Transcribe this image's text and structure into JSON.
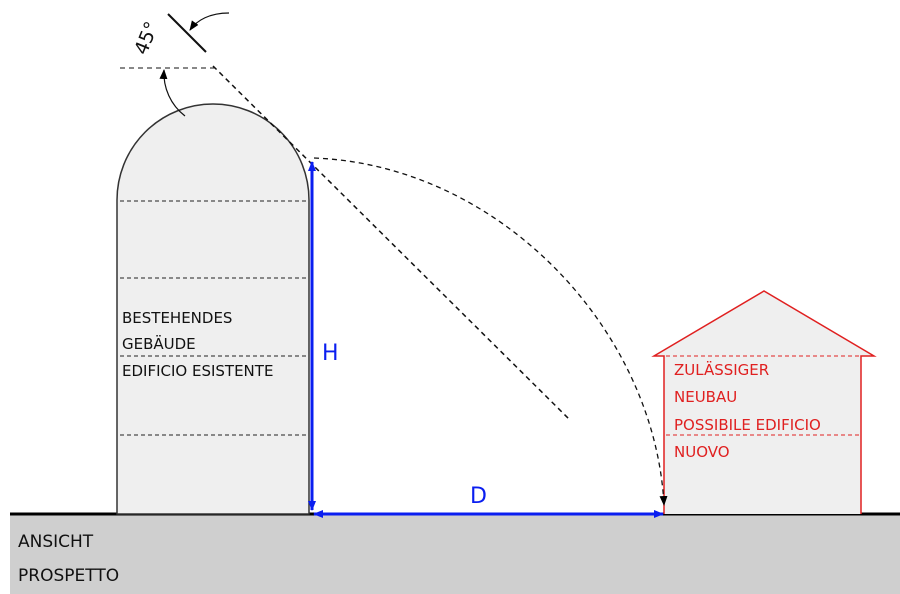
{
  "existing_building": {
    "label_line1": "BESTEHENDES",
    "label_line2": "GEBÄUDE",
    "label_line3": "EDIFICIO ESISTENTE"
  },
  "new_building": {
    "label_line1": "ZULÄSSIGER",
    "label_line2": "NEUBAU",
    "label_line3": "POSSIBILE EDIFICIO",
    "label_line4": "NUOVO"
  },
  "dimensions": {
    "height_label": "H",
    "distance_label": "D"
  },
  "angle": {
    "label": "45°"
  },
  "view": {
    "label_line1": "ANSICHT",
    "label_line2": "PROSPETTO"
  },
  "colors": {
    "dimension": "#0a1ef0",
    "new_building": "#e02020",
    "building_fill": "#efefef",
    "ground_fill": "#cfcfcf",
    "outline": "#333333"
  }
}
